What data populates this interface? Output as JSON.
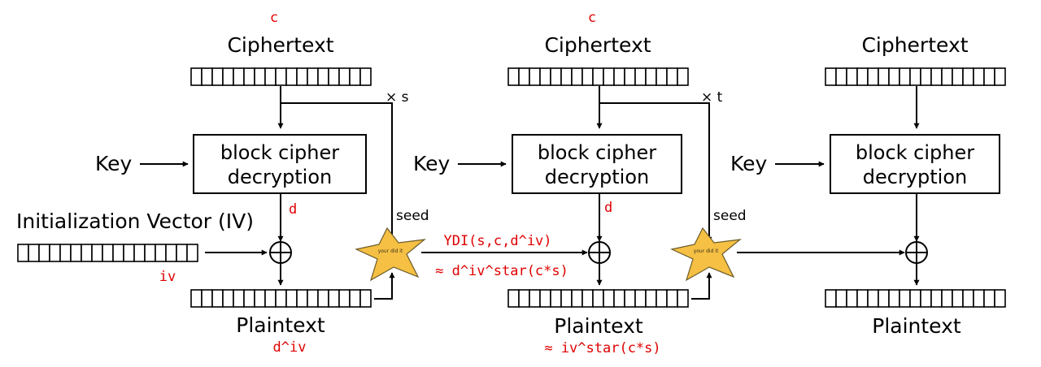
{
  "stages": [
    {
      "ciphertext_label": "Ciphertext",
      "cipher_var": "c",
      "block_line1": "block cipher",
      "block_line2": "decryption",
      "key_label": "Key",
      "decrypt_var": "d",
      "plaintext_label": "Plaintext",
      "plaintext_annotation": "d^iv",
      "mult_label": "× s",
      "seed_label": "seed"
    },
    {
      "ciphertext_label": "Ciphertext",
      "cipher_var": "c",
      "block_line1": "block cipher",
      "block_line2": "decryption",
      "key_label": "Key",
      "decrypt_var": "d",
      "plaintext_label": "Plaintext",
      "plaintext_annotation": "≈ iv^star(c*s)",
      "mult_label": "× t",
      "seed_label": "seed"
    },
    {
      "ciphertext_label": "Ciphertext",
      "block_line1": "block cipher",
      "block_line2": "decryption",
      "key_label": "Key",
      "plaintext_label": "Plaintext"
    }
  ],
  "iv": {
    "label": "Initialization Vector (IV)",
    "var": "iv"
  },
  "annotations": {
    "ydi": "YDI(s,c,d^iv)",
    "approx": "≈ d^iv^star(c*s)"
  },
  "star_text": "your did it",
  "colors": {
    "annotation": "#e00000",
    "star_fill": "#f5c043",
    "star_stroke": "#6b5a2a",
    "line": "#000000"
  }
}
